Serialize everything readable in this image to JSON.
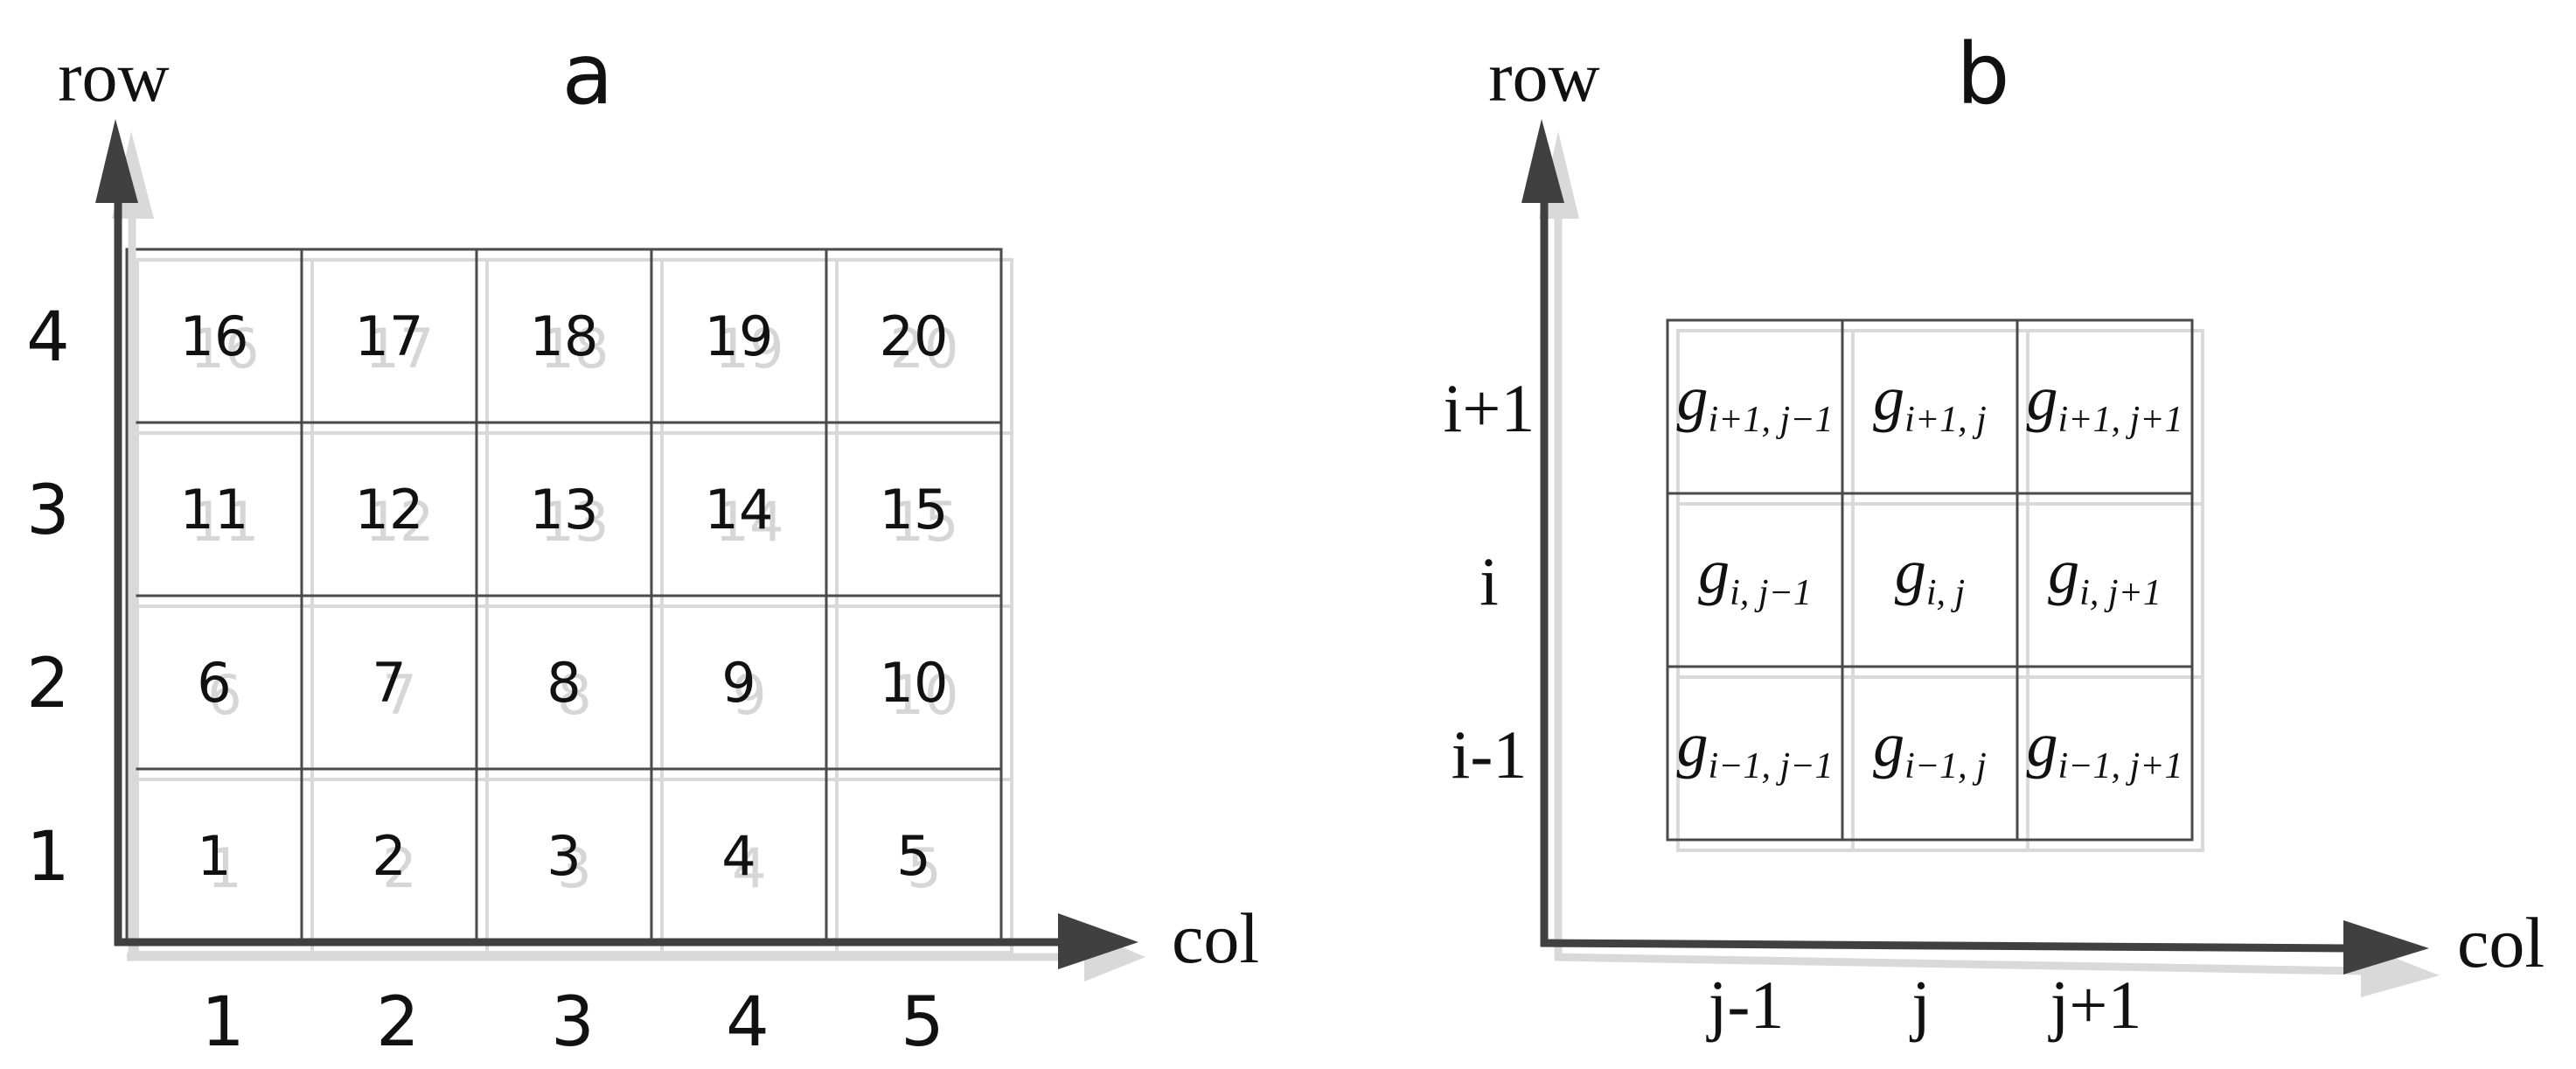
{
  "panel_a": {
    "title": "a",
    "y_axis_label": "row",
    "x_axis_label": "col",
    "row_labels": [
      "1",
      "2",
      "3",
      "4"
    ],
    "col_labels": [
      "1",
      "2",
      "3",
      "4",
      "5"
    ],
    "cells": [
      [
        "16",
        "17",
        "18",
        "19",
        "20"
      ],
      [
        "11",
        "12",
        "13",
        "14",
        "15"
      ],
      [
        "6",
        "7",
        "8",
        "9",
        "10"
      ],
      [
        "1",
        "2",
        "3",
        "4",
        "5"
      ]
    ]
  },
  "panel_b": {
    "title": "b",
    "y_axis_label": "row",
    "x_axis_label": "col",
    "row_labels": [
      "i+1",
      "i",
      "i-1"
    ],
    "col_labels": [
      "j-1",
      "j",
      "j+1"
    ],
    "cells": [
      [
        {
          "base": "g",
          "sub": "i+1, j−1"
        },
        {
          "base": "g",
          "sub": "i+1, j"
        },
        {
          "base": "g",
          "sub": "i+1, j+1"
        }
      ],
      [
        {
          "base": "g",
          "sub": "i, j−1"
        },
        {
          "base": "g",
          "sub": "i, j"
        },
        {
          "base": "g",
          "sub": "i, j+1"
        }
      ],
      [
        {
          "base": "g",
          "sub": "i−1, j−1"
        },
        {
          "base": "g",
          "sub": "i−1, j"
        },
        {
          "base": "g",
          "sub": "i−1, j+1"
        }
      ]
    ]
  },
  "colors": {
    "ink": "#111111",
    "axis": "#404040",
    "shadow": "#d9d9d9",
    "grid": "#4a4a4a"
  }
}
